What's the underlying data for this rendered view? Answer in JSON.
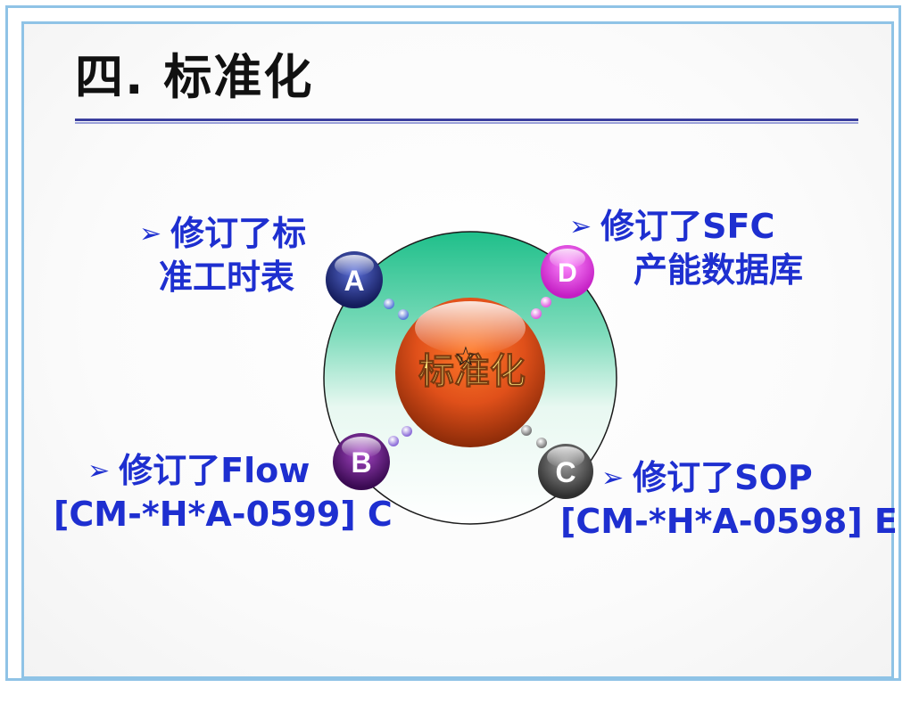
{
  "slide": {
    "title": "四. 标准化"
  },
  "center": {
    "label": "标准化",
    "star_glyph": "☆"
  },
  "nodes": {
    "a": {
      "letter": "A",
      "color": "#1a2a7a"
    },
    "b": {
      "letter": "B",
      "color": "#5a1478"
    },
    "c": {
      "letter": "C",
      "color": "#505050"
    },
    "d": {
      "letter": "D",
      "color": "#e43ce4"
    }
  },
  "labels": {
    "a": {
      "line1": "修订了标",
      "line2": "准工时表"
    },
    "b": {
      "line1": "修订了Flow",
      "line2": "[CM-*H*A-0599] C"
    },
    "c": {
      "line1": "修订了SOP",
      "line2": "[CM-*H*A-0598] E"
    },
    "d": {
      "line1": "修订了SFC",
      "line2": "产能数据库"
    }
  },
  "bullet_glyph": "➢",
  "colors": {
    "label_text": "#1e2fd0",
    "frame": "#8fc3e6",
    "title_rule": "#3b3f9e"
  }
}
